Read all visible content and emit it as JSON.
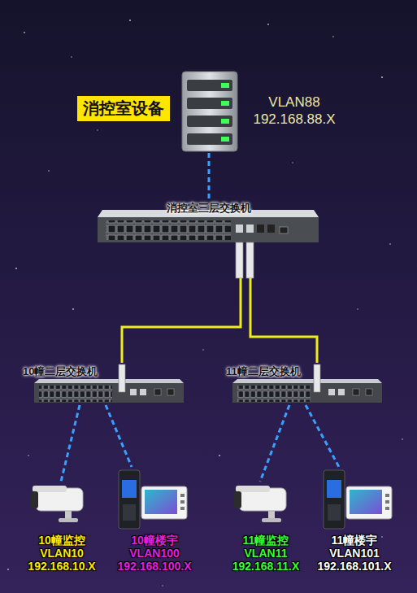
{
  "diagram": {
    "nodes": [
      {
        "text": [
          "消控室设备",
          "VLAN88 192.168.88.X"
        ]
      },
      {
        "text": [
          "消控室三层交换机"
        ]
      },
      {
        "text": [
          "10幢二层交换机"
        ]
      },
      {
        "text": [
          "11幢二层交换机"
        ]
      },
      {
        "text": [
          "10幢监控 VLAN10 192.168.10.X"
        ]
      },
      {
        "text": [
          "10幢楼宇 VLAN100 192.168.100.X"
        ]
      },
      {
        "text": [
          "11幢监控 VLAN11 192.168.11.X"
        ]
      },
      {
        "text": [
          "11幢楼宇 VLAN101 192.168.101.X"
        ]
      }
    ],
    "edges": [
      {
        "from": 0,
        "to": 1,
        "arrow": "none"
      },
      {
        "from": 1,
        "to": 2,
        "arrow": "none"
      },
      {
        "from": 1,
        "to": 3,
        "arrow": "none"
      },
      {
        "from": 2,
        "to": 4,
        "arrow": "none"
      },
      {
        "from": 2,
        "to": 5,
        "arrow": "none"
      },
      {
        "from": 3,
        "to": 6,
        "arrow": "none"
      },
      {
        "from": 3,
        "to": 7,
        "arrow": "none"
      }
    ]
  }
}
